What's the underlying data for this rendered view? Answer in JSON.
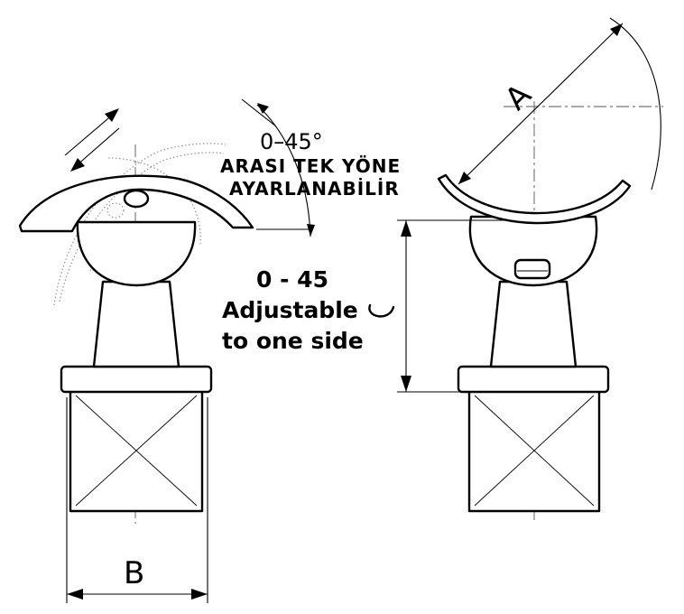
{
  "annotations": {
    "tr_angle": "0–45°",
    "tr_line1": "ARASI TEK YÖNE",
    "tr_line2": "AYARLANABİLİR",
    "en_angle": "0 - 45",
    "en_line1": "Adjustable",
    "en_line2": "to one side"
  },
  "dimensions": {
    "a_label": "A",
    "b_label": "B"
  },
  "icons": {
    "rotation": "rotate-arrow-icon"
  },
  "colors": {
    "ink": "#000000",
    "paper": "#ffffff"
  }
}
